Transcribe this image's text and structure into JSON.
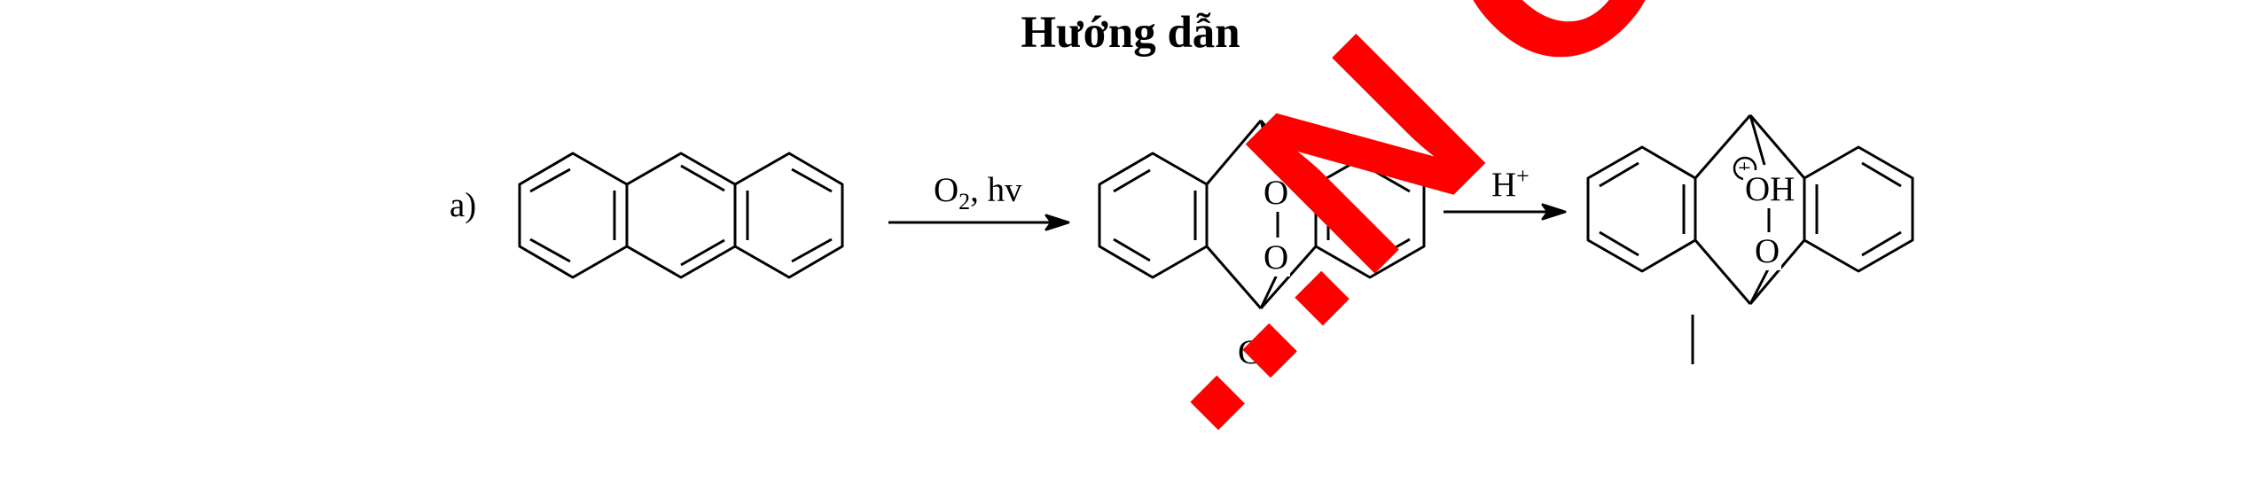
{
  "heading": "Hướng dẫn",
  "part_label": "a)",
  "reagent_1": {
    "text": "O",
    "subscript": "2",
    "suffix": ", hv"
  },
  "reagent_2": {
    "text": "H",
    "superscript": "+"
  },
  "compound_label": "C",
  "atoms": {
    "oxygen": "O",
    "hydroxyl": "OH",
    "charge": "+"
  },
  "watermark": {
    "text": "...N OFFER",
    "color": "#ff0000"
  },
  "colors": {
    "ink": "#000000",
    "watermark": "#ff0000",
    "background": "#ffffff"
  }
}
